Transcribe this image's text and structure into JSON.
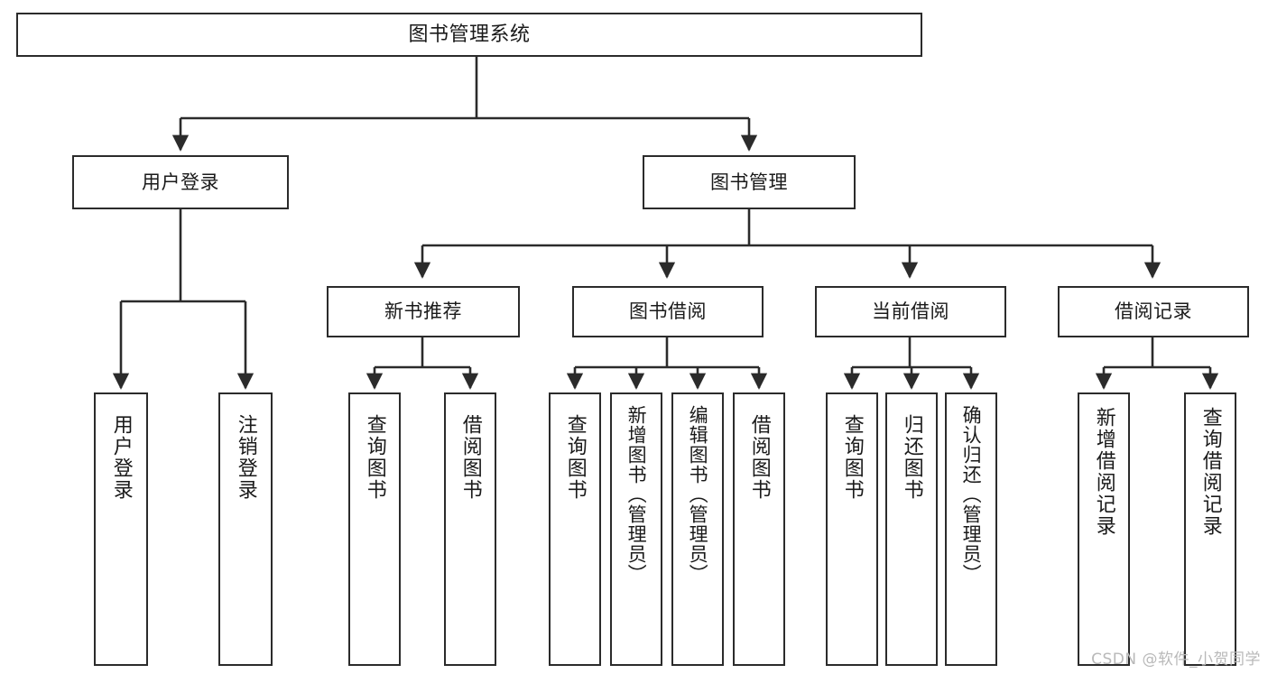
{
  "diagram": {
    "title": "图书管理系统",
    "type": "tree",
    "watermark": "CSDN @软件_小贺同学",
    "colors": {
      "border": "#2b2b2b",
      "background": "#ffffff",
      "text": "#1a1a1a",
      "edge": "#2b2b2b",
      "watermark": "#b9b9b9"
    },
    "nodes": {
      "root": {
        "label": "图书管理系统"
      },
      "level1": [
        {
          "label": "用户登录"
        },
        {
          "label": "图书管理"
        }
      ],
      "level2": [
        {
          "label": "新书推荐"
        },
        {
          "label": "图书借阅"
        },
        {
          "label": "当前借阅"
        },
        {
          "label": "借阅记录"
        }
      ],
      "leaves": {
        "user_login": [
          {
            "label": "用户登录"
          },
          {
            "label": "注销登录"
          }
        ],
        "new_book": [
          {
            "label": "查询图书"
          },
          {
            "label": "借阅图书"
          }
        ],
        "borrow_book": [
          {
            "label": "查询图书"
          },
          {
            "label": "新增图书（管理员）"
          },
          {
            "label": "编辑图书（管理员）"
          },
          {
            "label": "借阅图书"
          }
        ],
        "current_borrow": [
          {
            "label": "查询图书"
          },
          {
            "label": "归还图书"
          },
          {
            "label": "确认归还（管理员）"
          }
        ],
        "borrow_record": [
          {
            "label": "新增借阅记录"
          },
          {
            "label": "查询借阅记录"
          }
        ]
      }
    }
  }
}
